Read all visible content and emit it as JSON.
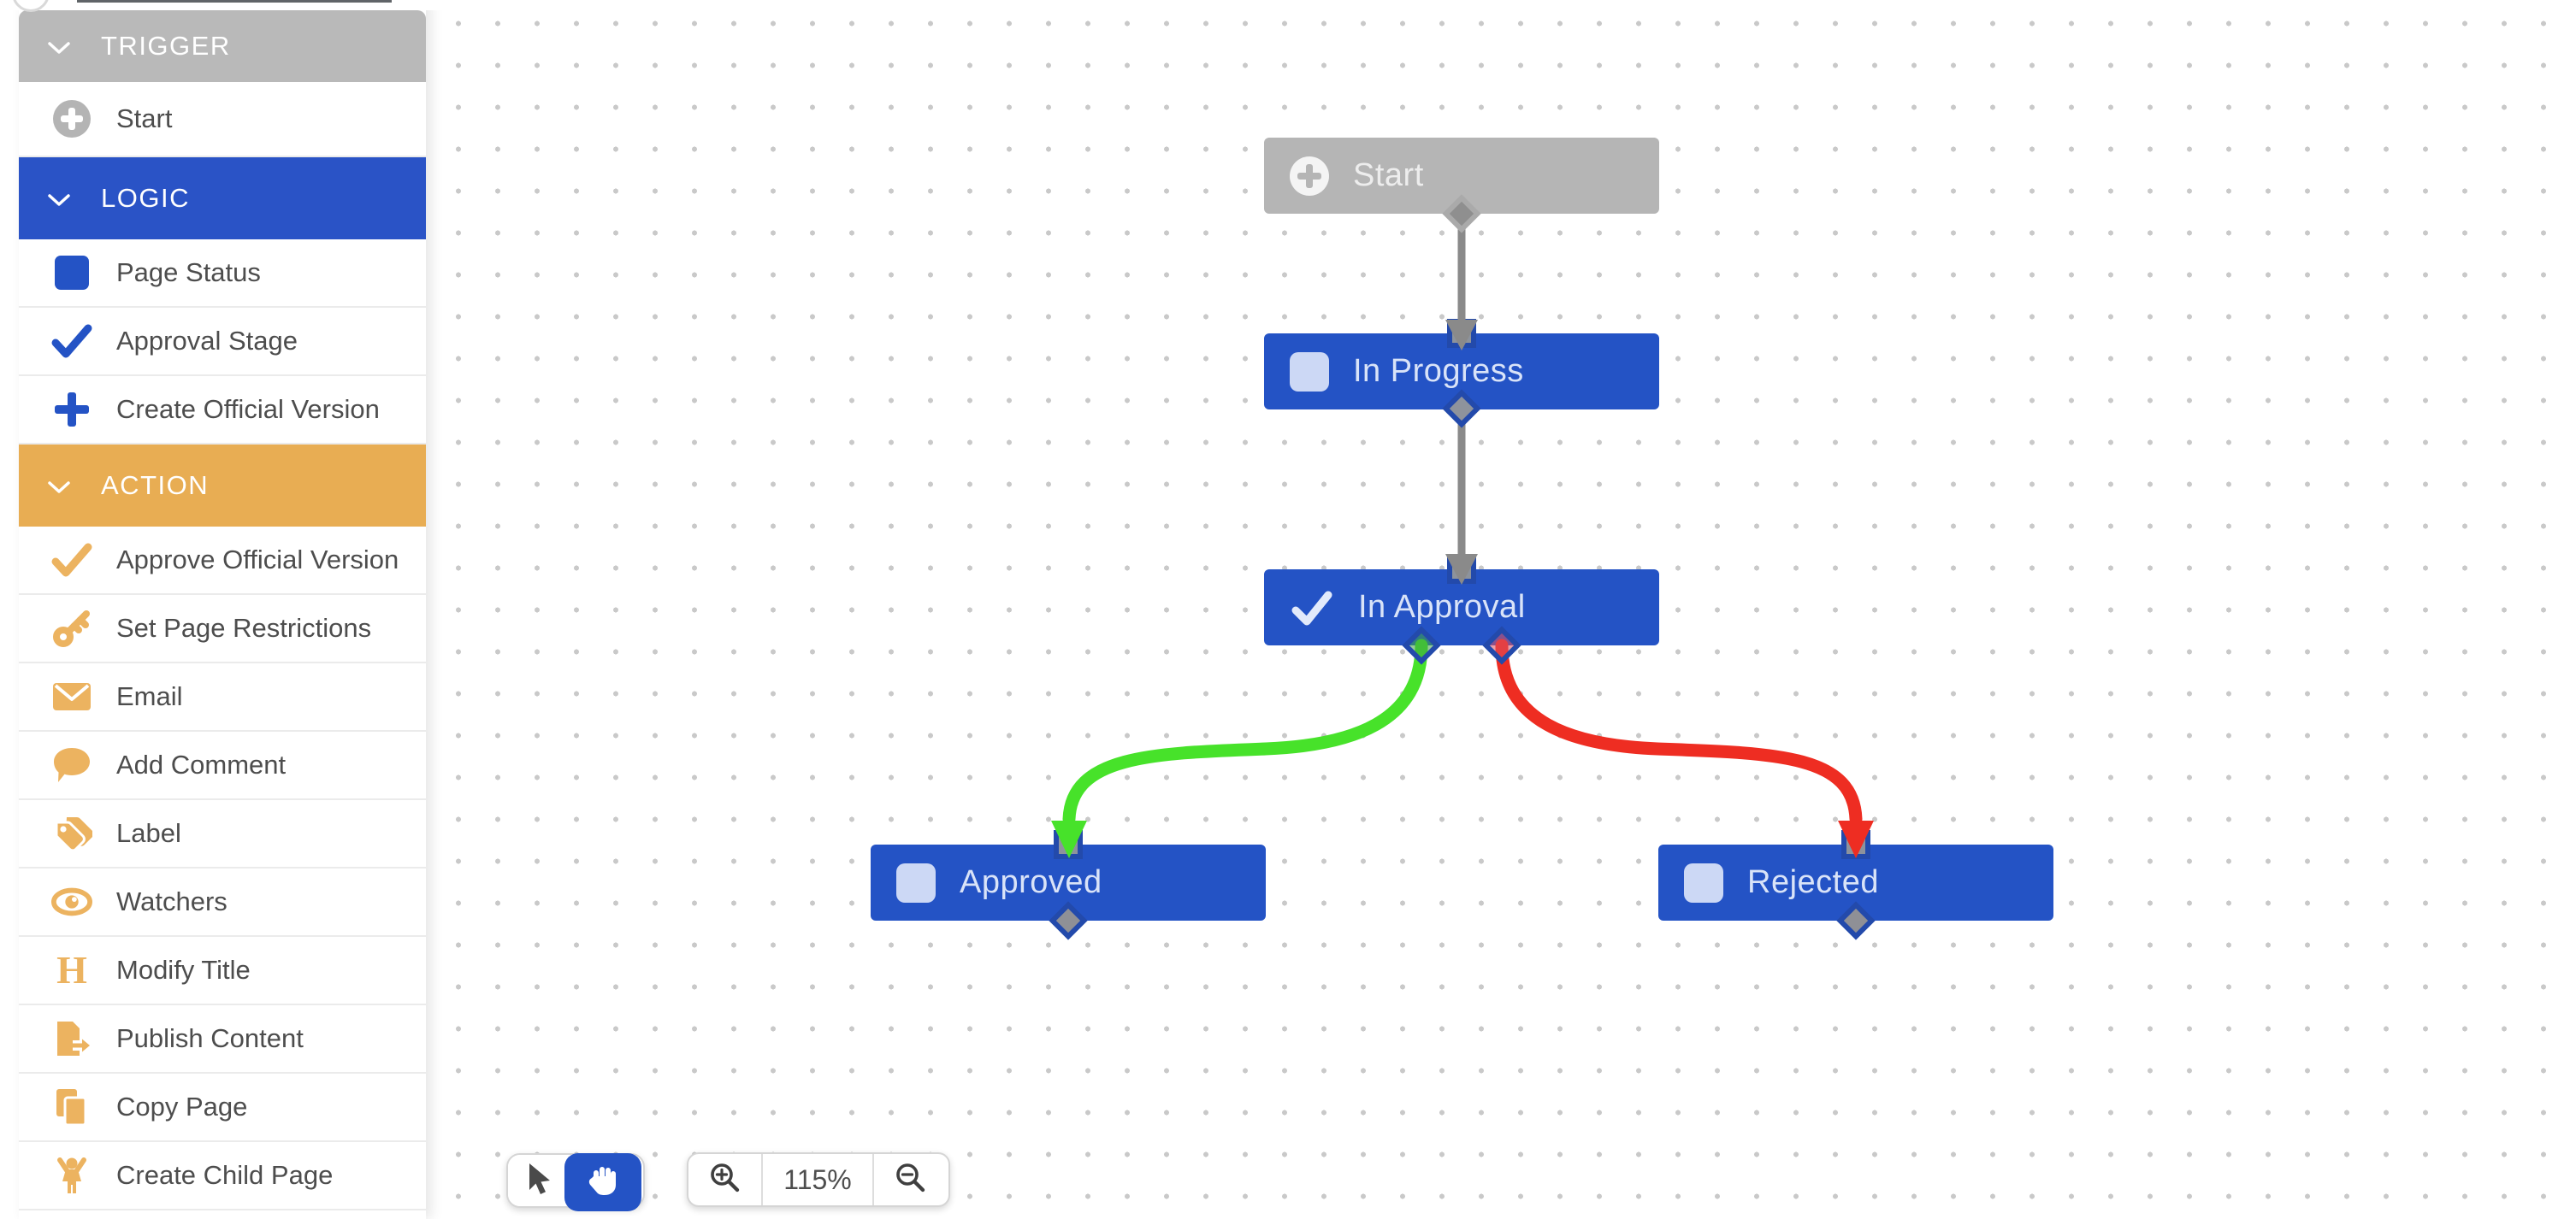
{
  "sidebar": {
    "sections": [
      {
        "label": "TRIGGER",
        "color": "#b9b9b9",
        "items": [
          {
            "label": "Start",
            "icon": "plus-circle-icon"
          }
        ]
      },
      {
        "label": "LOGIC",
        "color": "#2a53c6",
        "items": [
          {
            "label": "Page Status",
            "icon": "square-icon"
          },
          {
            "label": "Approval Stage",
            "icon": "check-icon"
          },
          {
            "label": "Create Official Version",
            "icon": "plus-icon"
          }
        ]
      },
      {
        "label": "ACTION",
        "color": "#e8ad53",
        "items": [
          {
            "label": "Approve Official Version",
            "icon": "check-icon"
          },
          {
            "label": "Set Page Restrictions",
            "icon": "key-icon"
          },
          {
            "label": "Email",
            "icon": "envelope-icon"
          },
          {
            "label": "Add Comment",
            "icon": "comment-icon"
          },
          {
            "label": "Label",
            "icon": "tags-icon"
          },
          {
            "label": "Watchers",
            "icon": "eye-icon"
          },
          {
            "label": "Modify Title",
            "icon": "heading-icon"
          },
          {
            "label": "Publish Content",
            "icon": "publish-icon"
          },
          {
            "label": "Copy Page",
            "icon": "copy-icon"
          },
          {
            "label": "Create Child Page",
            "icon": "child-icon"
          }
        ]
      }
    ]
  },
  "canvas": {
    "nodes": [
      {
        "label": "Start",
        "type": "trigger",
        "icon": "plus-circle-icon",
        "color": "#b5b5b5"
      },
      {
        "label": "In Progress",
        "type": "page-status",
        "icon": "square-icon",
        "color": "#2453c5"
      },
      {
        "label": "In Approval",
        "type": "approval-stage",
        "icon": "check-icon",
        "color": "#2453c5"
      },
      {
        "label": "Approved",
        "type": "page-status",
        "icon": "square-icon",
        "color": "#2453c5"
      },
      {
        "label": "Rejected",
        "type": "page-status",
        "icon": "square-icon",
        "color": "#2453c5"
      }
    ],
    "edges": [
      {
        "from": "Start",
        "to": "In Progress",
        "color": "#8a8a8a"
      },
      {
        "from": "In Progress",
        "to": "In Approval",
        "color": "#8a8a8a"
      },
      {
        "from": "In Approval",
        "to": "Approved",
        "color": "#47e22a"
      },
      {
        "from": "In Approval",
        "to": "Rejected",
        "color": "#ee2d22"
      }
    ]
  },
  "toolbar": {
    "tools": [
      {
        "icon": "cursor-icon",
        "active": false
      },
      {
        "icon": "hand-icon",
        "active": true
      }
    ],
    "zoom_in_icon": "zoom-in-icon",
    "zoom_out_icon": "zoom-out-icon",
    "zoom_level": "115%"
  }
}
